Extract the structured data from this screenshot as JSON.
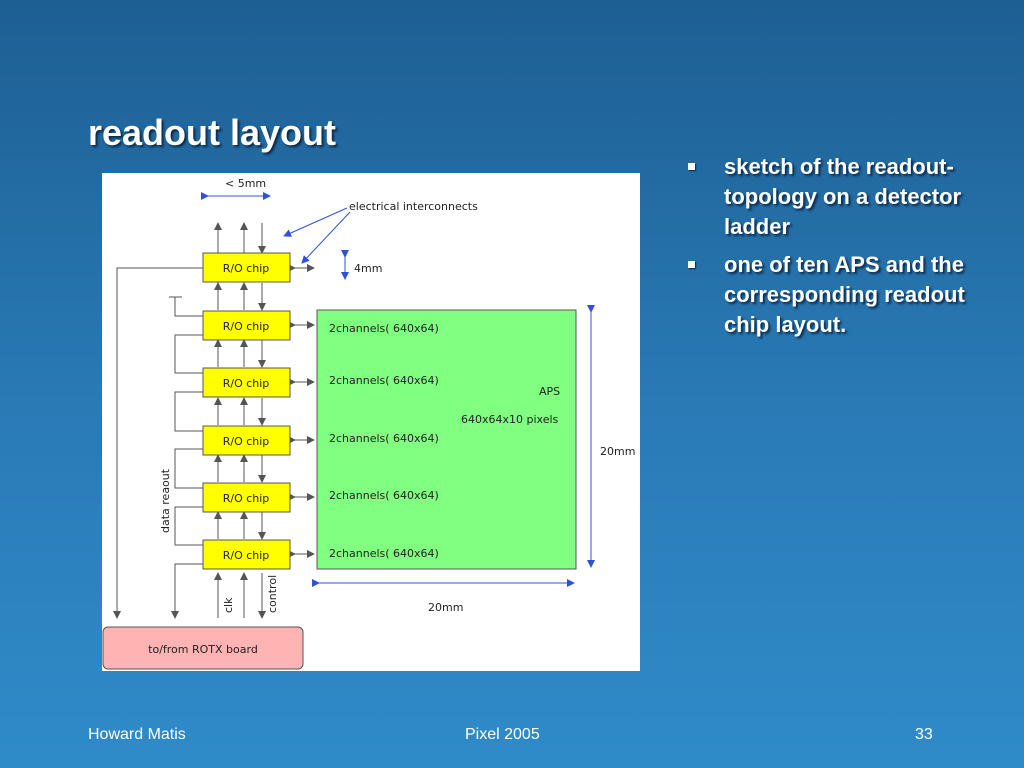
{
  "slide": {
    "title": "readout layout",
    "bullets": [
      "sketch of the readout-topology on a detector ladder",
      "one of ten APS and the corresponding readout chip layout."
    ]
  },
  "diagram": {
    "width_label": "< 5mm",
    "interconnects_label": "electrical interconnects",
    "chip_height_label": "4mm",
    "chip_label": "R/O chip",
    "channel_labels": [
      "2channels( 640x64)",
      "2channels( 640x64)",
      "2channels( 640x64)",
      "2channels( 640x64)",
      "2channels( 640x64)"
    ],
    "aps_label": "APS",
    "aps_pixels_label": "640x64x10 pixels",
    "aps_height_label": "20mm",
    "aps_width_label": "20mm",
    "data_readout_label": "data reaout",
    "clk_label": "clk",
    "control_label": "control",
    "board_label": "to/from ROTX board",
    "colors": {
      "chip_fill": "#ffff00",
      "aps_fill": "#80ff80",
      "board_fill": "#ffb3b3",
      "line": "#555555",
      "arrow_blue": "#3050d8"
    }
  },
  "footer": {
    "author": "Howard Matis",
    "event": "Pixel 2005",
    "page": "33"
  }
}
